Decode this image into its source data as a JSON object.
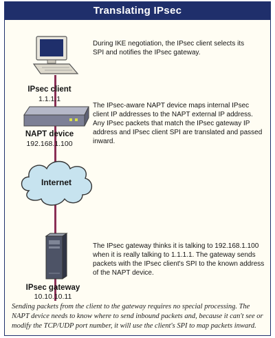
{
  "title": "Translating IPsec",
  "nodes": {
    "client": {
      "label": "IPsec client",
      "ip": "1.1.1.1"
    },
    "napt": {
      "label": "NAPT device",
      "ip": "192.168.1.100"
    },
    "cloud": {
      "label": "Internet"
    },
    "gateway": {
      "label": "IPsec gateway",
      "ip": "10.10.10.11"
    }
  },
  "descriptions": {
    "client": "During IKE negotiation, the IPsec client selects its SPI and notifies the IPsec gateway.",
    "napt": "The IPsec-aware NAPT device maps internal IPsec client IP addresses to the NAPT external IP address. Any IPsec packets that match the IPsec gateway IP address and IPsec client SPI are translated and passed inward.",
    "gateway": "The IPsec gateway thinks it is talking to 192.168.1.100 when it is really talking to 1.1.1.1. The gateway sends packets with the IPsec client's SPI to the known address of the NAPT device."
  },
  "caption": "Sending packets from the client to the gateway requires no special processing. The NAPT device needs to know where to send inbound packets and, because it can't see or modify the TCP/UDP port number, it will use the client's SPI to map packets inward.",
  "colors": {
    "title_bg": "#1f2f6b",
    "wire": "#8a2f55",
    "cloud_fill": "#c7e3ef",
    "background": "#fffdf3"
  }
}
